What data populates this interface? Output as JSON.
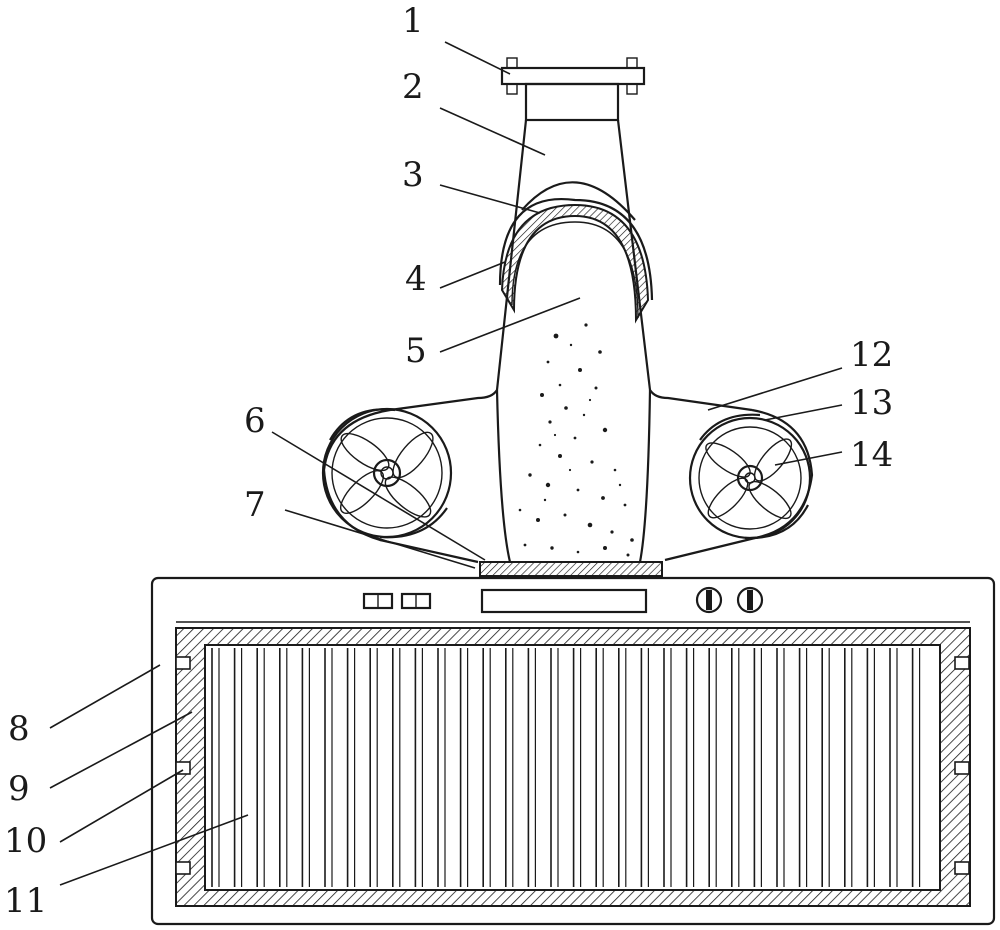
{
  "labels": {
    "l1": "1",
    "l2": "2",
    "l3": "3",
    "l4": "4",
    "l5": "5",
    "l6": "6",
    "l7": "7",
    "l8": "8",
    "l9": "9",
    "l10": "10",
    "l11": "11",
    "l12": "12",
    "l13": "13",
    "l14": "14"
  },
  "colors": {
    "ink": "#1a1a1a",
    "paper": "#ffffff"
  }
}
